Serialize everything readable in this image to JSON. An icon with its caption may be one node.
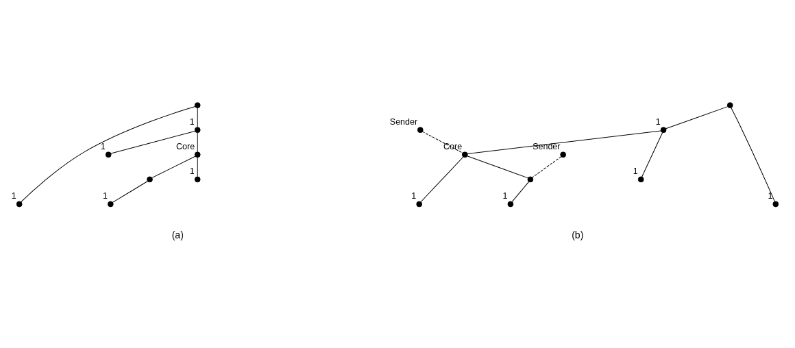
{
  "diagram": {
    "nodes": [
      {
        "text": [],
        "shape": "circle"
      },
      {
        "text": [],
        "shape": "circle",
        "beside": [
          "1"
        ]
      },
      {
        "text": [],
        "shape": "circle",
        "beside": [
          "1"
        ]
      },
      {
        "text": [],
        "shape": "circle",
        "beside": [
          "1"
        ]
      },
      {
        "text": [],
        "shape": "circle",
        "beside": [
          "Core"
        ]
      },
      {
        "text": [],
        "shape": "circle"
      },
      {
        "text": [],
        "shape": "circle",
        "beside": [
          "1"
        ]
      },
      {
        "text": [],
        "shape": "circle",
        "beside": [
          "1"
        ]
      },
      {
        "text": [],
        "shape": "circle"
      },
      {
        "text": [],
        "shape": "circle",
        "beside": [
          "1"
        ]
      },
      {
        "text": [],
        "shape": "circle",
        "beside": [
          "1"
        ]
      },
      {
        "text": [],
        "shape": "circle",
        "beside": [
          "1"
        ]
      },
      {
        "text": [],
        "shape": "circle",
        "beside": [
          "Core"
        ]
      },
      {
        "text": [],
        "shape": "circle"
      },
      {
        "text": [],
        "shape": "circle",
        "beside": [
          "1"
        ]
      },
      {
        "text": [],
        "shape": "circle",
        "beside": [
          "1"
        ]
      },
      {
        "text": [],
        "shape": "circle",
        "beside": [
          "Sender"
        ]
      },
      {
        "text": [],
        "shape": "circle",
        "beside": [
          "Sender"
        ]
      }
    ],
    "edges": [
      {
        "from": 0,
        "to": 1,
        "arrow": "none"
      },
      {
        "from": 0,
        "to": 2,
        "arrow": "none"
      },
      {
        "from": 2,
        "to": 3,
        "arrow": "none"
      },
      {
        "from": 2,
        "to": 4,
        "arrow": "none"
      },
      {
        "from": 4,
        "to": 5,
        "arrow": "none"
      },
      {
        "from": 5,
        "to": 6,
        "arrow": "none"
      },
      {
        "from": 4,
        "to": 7,
        "arrow": "none"
      },
      {
        "from": 8,
        "to": 9,
        "arrow": "none"
      },
      {
        "from": 8,
        "to": 10,
        "arrow": "none"
      },
      {
        "from": 10,
        "to": 11,
        "arrow": "none"
      },
      {
        "from": 10,
        "to": 12,
        "arrow": "none"
      },
      {
        "from": 12,
        "to": 13,
        "arrow": "none"
      },
      {
        "from": 13,
        "to": 14,
        "arrow": "none"
      },
      {
        "from": 12,
        "to": 15,
        "arrow": "none"
      },
      {
        "from": 16,
        "to": 13,
        "arrow": "none",
        "style": "dashed"
      },
      {
        "from": 17,
        "to": 12,
        "arrow": "none",
        "style": "dashed"
      }
    ],
    "labels": [
      "(a)",
      "(b)"
    ]
  }
}
